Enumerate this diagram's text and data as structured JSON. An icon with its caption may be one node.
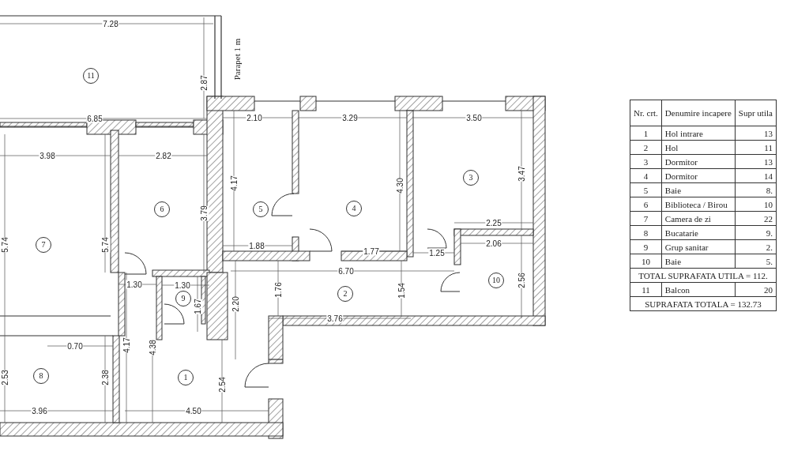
{
  "diagram": {
    "nodes": [
      {
        "text": [
          "11"
        ]
      },
      {
        "text": [
          "7"
        ]
      },
      {
        "text": [
          "6"
        ]
      },
      {
        "text": [
          "5"
        ]
      },
      {
        "text": [
          "4"
        ]
      },
      {
        "text": [
          "3"
        ]
      },
      {
        "text": [
          "10"
        ]
      },
      {
        "text": [
          "2"
        ]
      },
      {
        "text": [
          "9"
        ]
      },
      {
        "text": [
          "1"
        ]
      },
      {
        "text": [
          "8"
        ]
      }
    ],
    "labels": [
      "7.28",
      "Parapet 1 m",
      "2.87",
      "6.85",
      "2.10",
      "3.29",
      "3.50",
      "3.98",
      "2.82",
      "4.17",
      "4.30",
      "3.47",
      "3.79",
      "5.74",
      "5.74",
      "2.25",
      "1.88",
      "1.77",
      "1.25",
      "2.06",
      "6.70",
      "2.56",
      "1.30",
      "1.30",
      "1.76",
      "1.54",
      "1.67",
      "2.20",
      "3.76",
      "0.70",
      "4.17",
      "4.38",
      "2.53",
      "2.38",
      "2.54",
      "3.96",
      "4.50",
      "Nr. crt.",
      "Denumire incapere",
      "Supr utila",
      "1",
      "Hol intrare",
      "13",
      "2",
      "Hol",
      "11",
      "3",
      "Dormitor",
      "13",
      "4",
      "Dormitor",
      "14",
      "5",
      "Baie",
      "8.",
      "6",
      "Biblioteca / Birou",
      "10",
      "7",
      "Camera de zi",
      "22",
      "8",
      "Bucatarie",
      "9.",
      "9",
      "Grup sanitar",
      "2.",
      "10",
      "Baie",
      "5.",
      "TOTAL SUPRAFATA UTILA = 112.",
      "11",
      "Balcon",
      "20",
      "SUPRAFATA TOTALA = 132.73"
    ]
  }
}
